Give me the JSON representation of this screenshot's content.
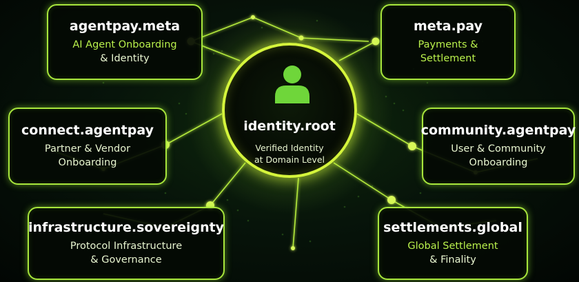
{
  "colors": {
    "accent": "#a8e63c",
    "hub_ring": "#d5f53c",
    "icon": "#6fd63a",
    "background": "#050c05"
  },
  "hub": {
    "icon": "user-icon",
    "title": "identity.root",
    "subtitle_line1": "Verified Identity",
    "subtitle_line2": "at Domain Level"
  },
  "nodes": [
    {
      "title": "agentpay.meta",
      "line1": "AI Agent Onboarding",
      "line2": "& Identity"
    },
    {
      "title": "meta.pay",
      "line1": "Payments &",
      "line2": "Settlement"
    },
    {
      "title": "connect.agentpay",
      "line1": "Partner & Vendor",
      "line2": "Onboarding"
    },
    {
      "title": "community.agentpay",
      "line1": "User & Community",
      "line2": "Onboarding"
    },
    {
      "title": "infrastructure.sovereignty",
      "line1": "Protocol Infrastructure",
      "line2": "& Governance"
    },
    {
      "title": "settlements.global",
      "line1": "Global Settlement",
      "line2": "& Finality"
    }
  ]
}
